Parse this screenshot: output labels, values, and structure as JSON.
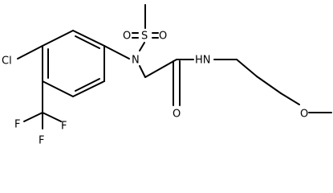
{
  "structure": {
    "atoms": {
      "cl": "Cl",
      "n_sulfonamide": "N",
      "s": "S",
      "o_sulfonyl_left": "O",
      "o_sulfonyl_right": "O",
      "nh": "HN",
      "o_carbonyl": "O",
      "o_ether": "O",
      "f_top": "F",
      "f_left": "F",
      "f_bottom": "F"
    },
    "colors": {
      "bond": "#000000",
      "label": "#000000"
    }
  }
}
